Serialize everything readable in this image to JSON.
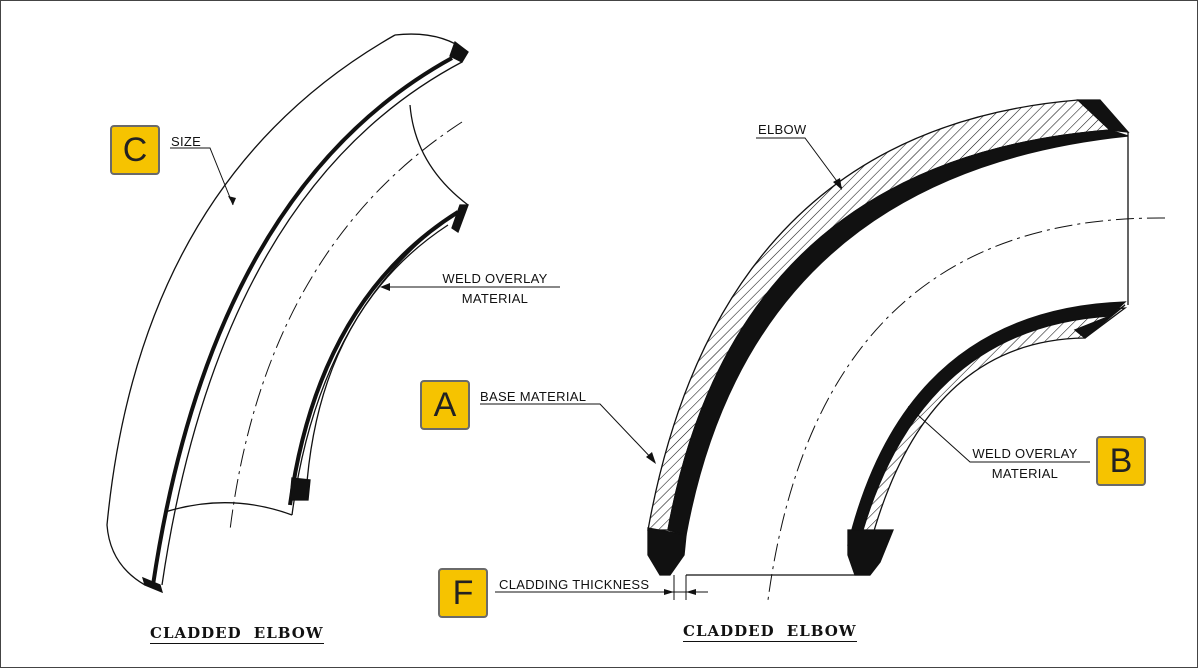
{
  "badges": {
    "a": "A",
    "b": "B",
    "c": "C",
    "f": "F"
  },
  "labels": {
    "size": "SIZE",
    "elbow": "ELBOW",
    "base_material": "BASE MATERIAL",
    "cladding_thickness": "CLADDING THICKNESS",
    "weld_overlay_left_line1": "WELD OVERLAY",
    "weld_overlay_left_line2": "MATERIAL",
    "weld_overlay_right_line1": "WELD OVERLAY",
    "weld_overlay_right_line2": "MATERIAL"
  },
  "titles": {
    "left": "CLADDED ELBOW",
    "right": "CLADDED ELBOW"
  },
  "colors": {
    "badge_fill": "#f6c300",
    "badge_border": "#6a6a6a",
    "ink": "#111111",
    "background": "#ffffff"
  }
}
